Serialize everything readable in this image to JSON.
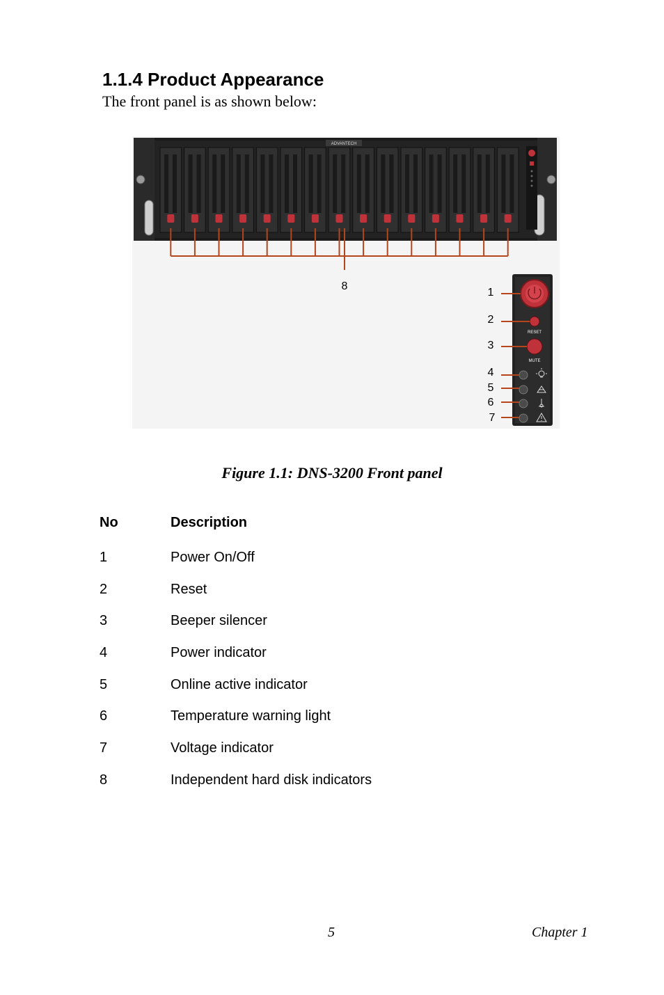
{
  "section": {
    "heading": "1.1.4 Product Appearance",
    "intro": "The front panel is as shown below:"
  },
  "figure": {
    "brand_label": "ADVANTECH",
    "callout_bays": "8",
    "callouts": [
      "1",
      "2",
      "3",
      "4",
      "5",
      "6",
      "7"
    ],
    "button_labels": {
      "reset": "RESET",
      "mute": "MUTE"
    },
    "caption": "Figure 1.1: DNS-3200 Front panel"
  },
  "table": {
    "headers": {
      "no": "No",
      "description": "Description"
    },
    "rows": [
      {
        "no": "1",
        "description": "Power On/Off"
      },
      {
        "no": "2",
        "description": "Reset"
      },
      {
        "no": "3",
        "description": "Beeper silencer"
      },
      {
        "no": "4",
        "description": "Power indicator"
      },
      {
        "no": "5",
        "description": "Online active indicator"
      },
      {
        "no": "6",
        "description": "Temperature warning light"
      },
      {
        "no": "7",
        "description": "Voltage indicator"
      },
      {
        "no": "8",
        "description": "Independent hard disk indicators"
      }
    ]
  },
  "footer": {
    "page_number": "5",
    "chapter": "Chapter 1"
  },
  "colors": {
    "callout_line": "#b5451b",
    "button_red": "#c0323a",
    "chassis": "#1b1b1b"
  }
}
